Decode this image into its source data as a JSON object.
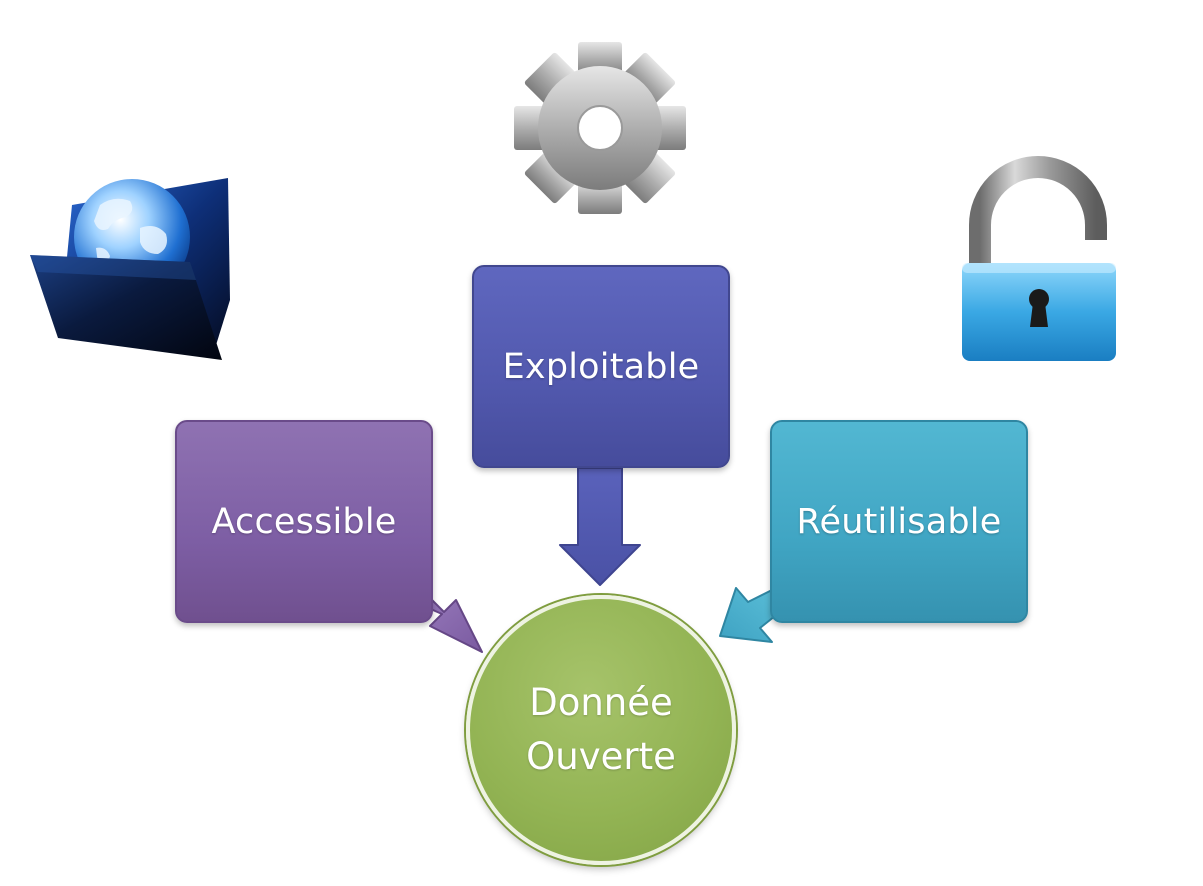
{
  "diagram": {
    "nodes": {
      "accessible": "Accessible",
      "exploitable": "Exploitable",
      "reutilisable": "Réutilisable"
    },
    "center": {
      "line1": "Donnée",
      "line2": "Ouverte"
    },
    "colors": {
      "accessible": "#7d5ea4",
      "exploitable": "#5158ad",
      "reutilisable": "#40a5c3",
      "center": "#93b454"
    },
    "icons": [
      "globe-folder-icon",
      "gear-icon",
      "unlocked-padlock-icon"
    ]
  }
}
